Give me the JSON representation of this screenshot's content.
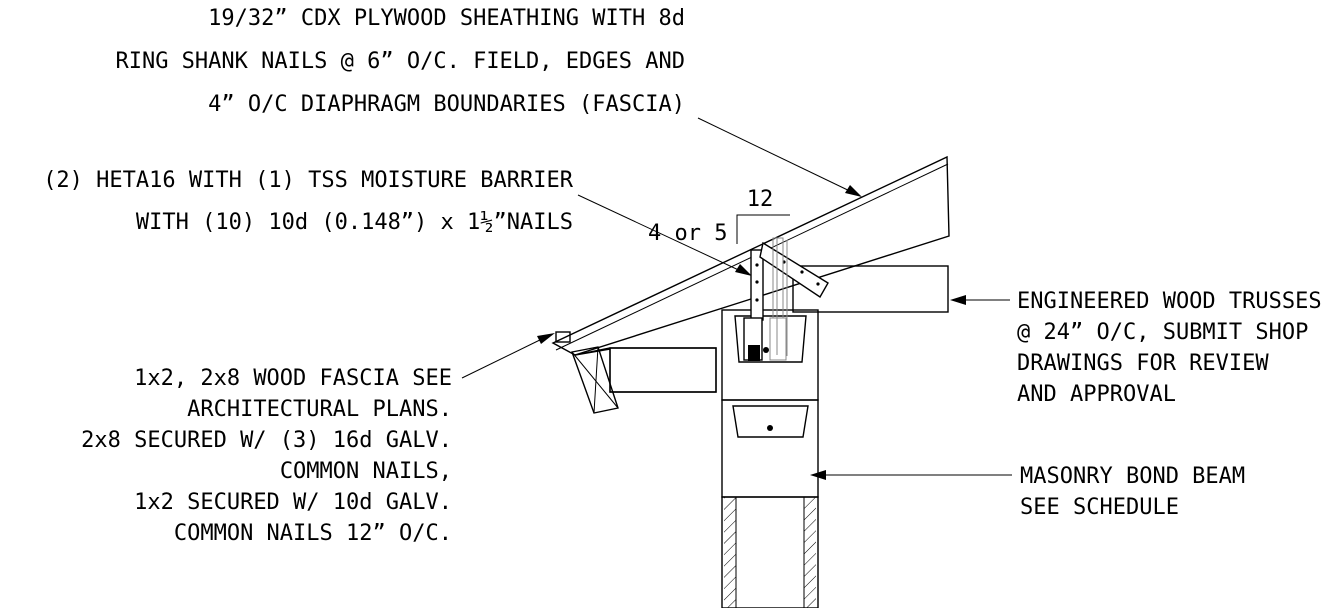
{
  "notes": {
    "sheathing": [
      "19/32” CDX PLYWOOD SHEATHING WITH  8d",
      "RING SHANK NAILS @ 6” O/C. FIELD, EDGES AND",
      "4” O/C DIAPHRAGM BOUNDARIES (FASCIA)"
    ],
    "heta": [
      "(2) HETA16 WITH (1) TSS MOISTURE BARRIER",
      "WITH (10) 10d (0.148”) x 1½”NAILS"
    ],
    "slope": {
      "rise": "4 or 5",
      "run": "12"
    },
    "trusses": [
      "ENGINEERED WOOD TRUSSES",
      "@ 24” O/C, SUBMIT SHOP",
      "DRAWINGS FOR REVIEW",
      "AND APPROVAL"
    ],
    "fascia": [
      "1x2, 2x8 WOOD FASCIA SEE",
      "ARCHITECTURAL PLANS.",
      "2x8 SECURED W/ (3) 16d GALV.",
      "COMMON NAILS,",
      "1x2 SECURED W/ 10d GALV.",
      "COMMON NAILS 12” O/C."
    ],
    "bond_beam": [
      "MASONRY BOND BEAM",
      "SEE SCHEDULE"
    ]
  }
}
